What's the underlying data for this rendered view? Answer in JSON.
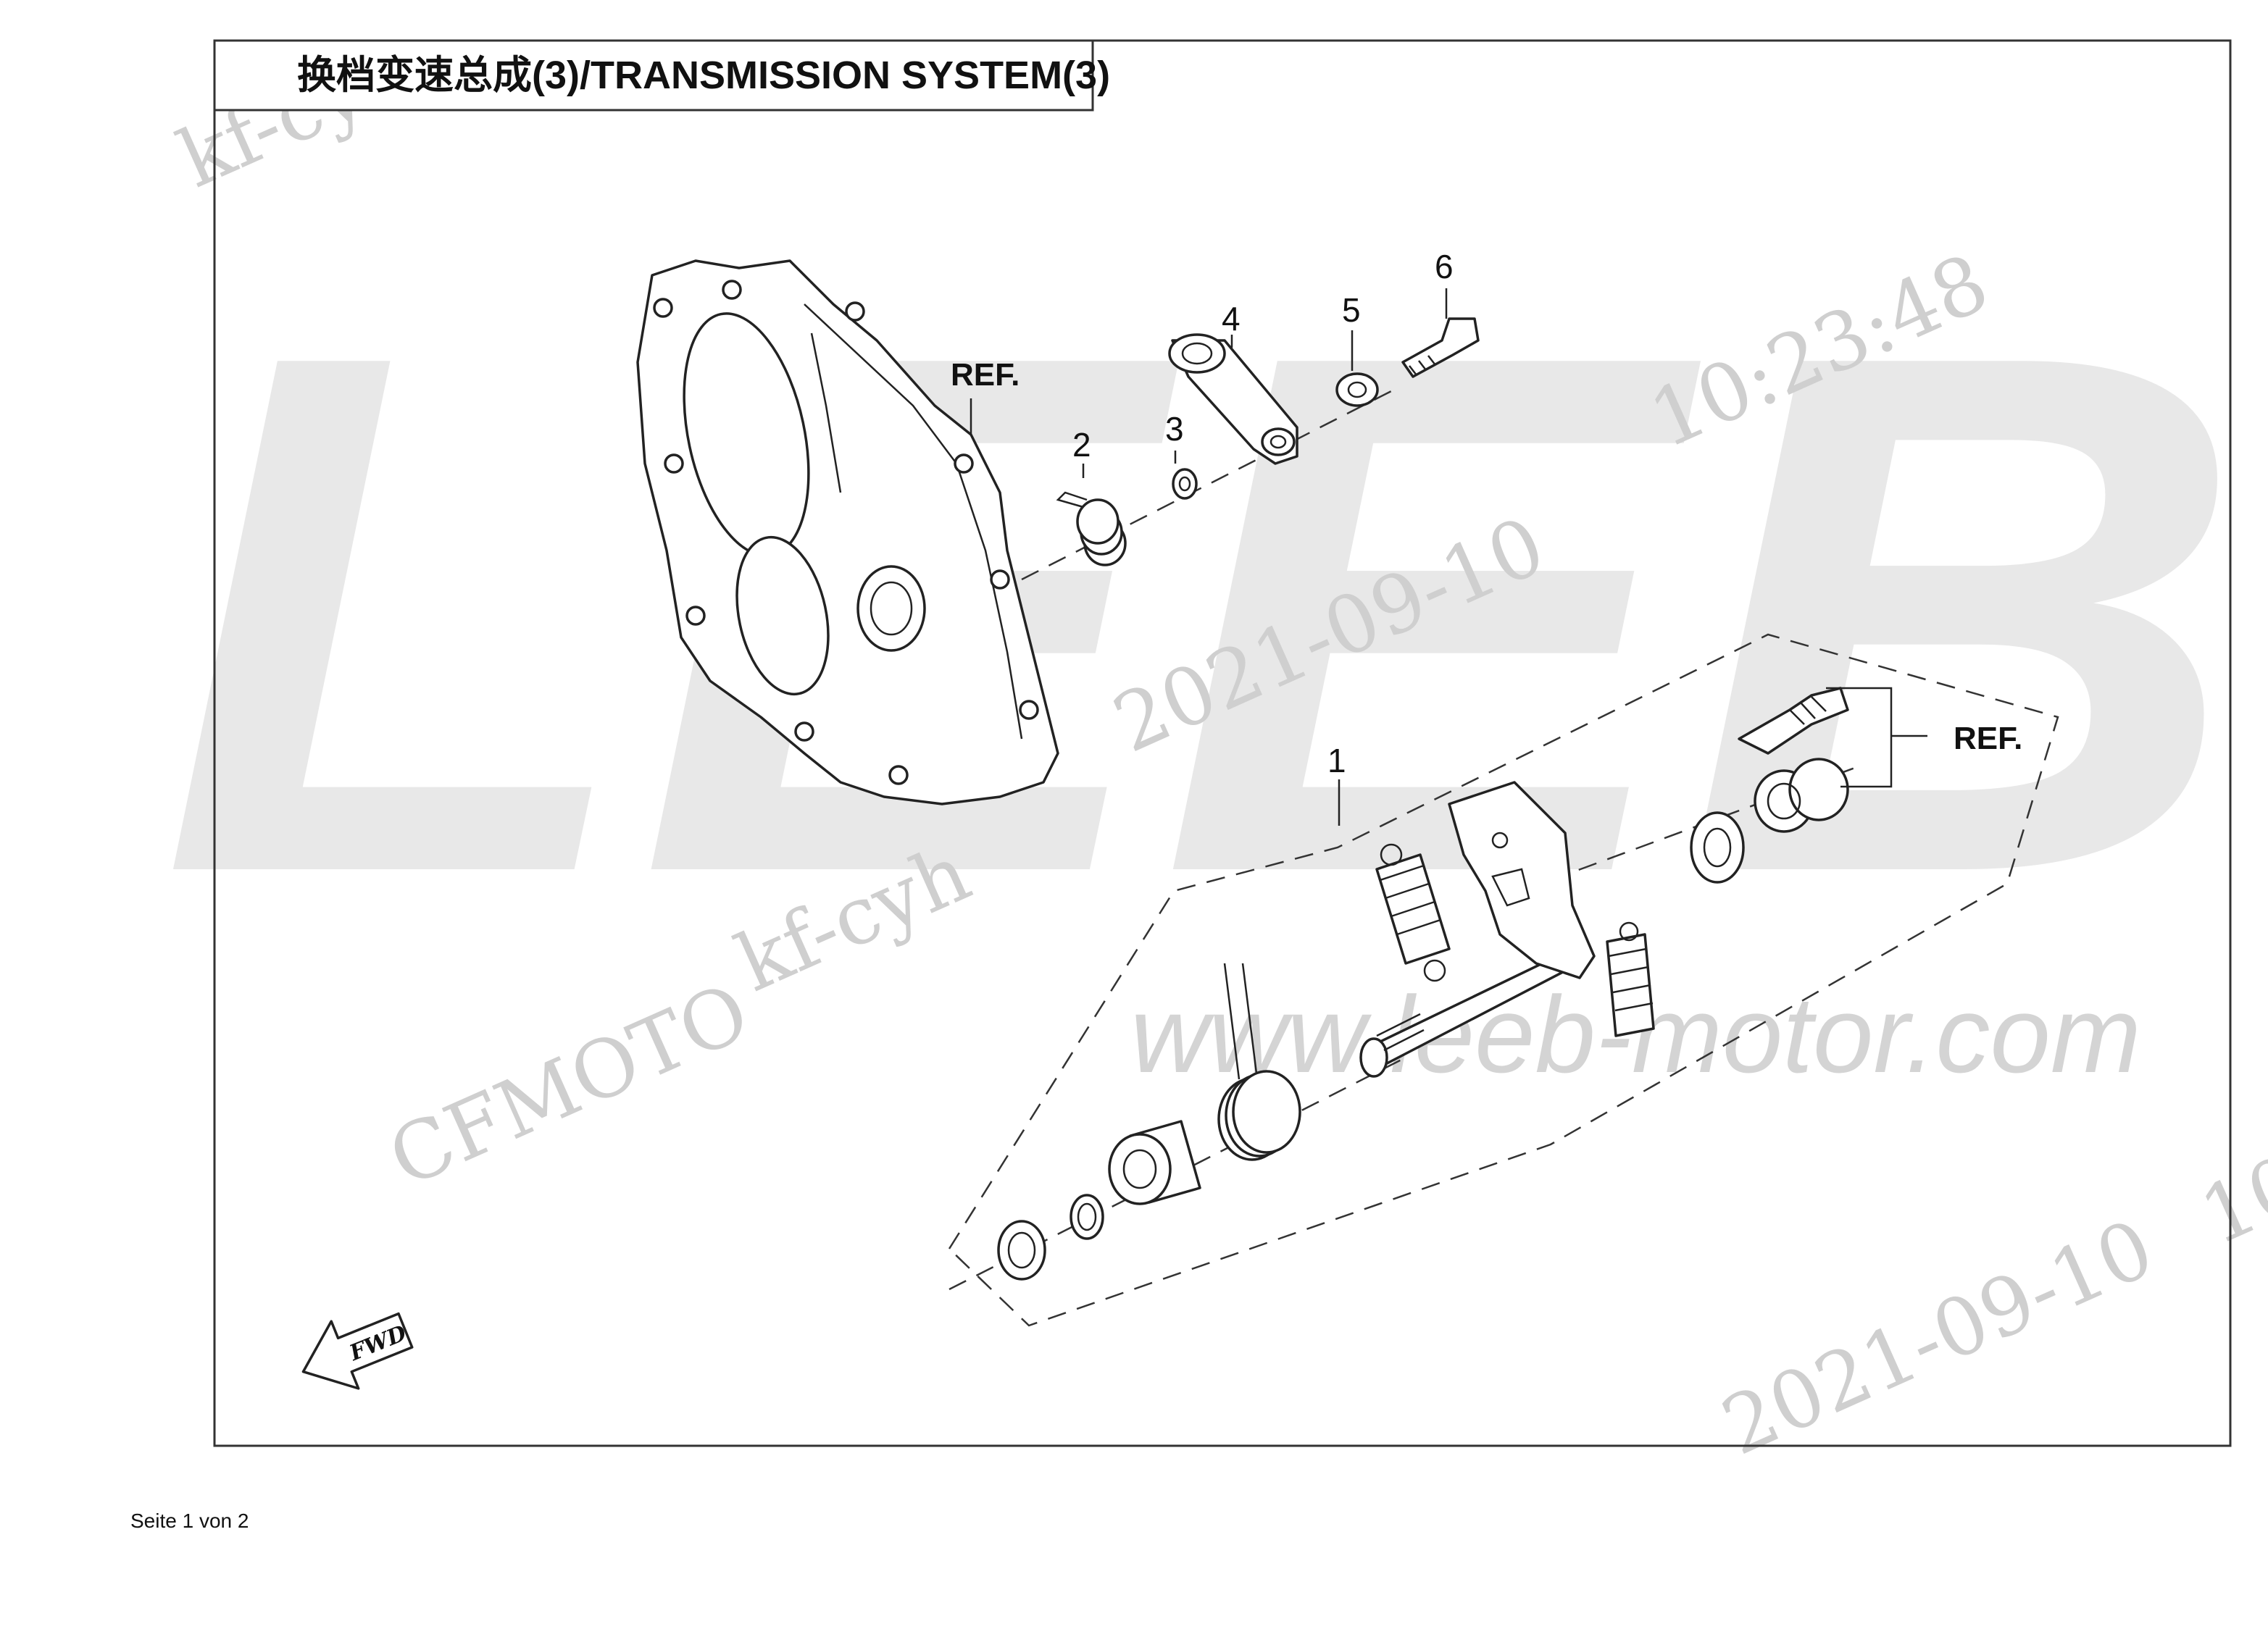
{
  "title": "换档变速总成(3)/TRANSMISSION  SYSTEM(3)",
  "callouts": [
    "1",
    "2",
    "3",
    "4",
    "5",
    "6"
  ],
  "ref_labels": [
    "REF.",
    "REF."
  ],
  "direction_label": "FWD",
  "footer": "Seite 1 von 2",
  "watermarks": {
    "brand": "LEEB",
    "url": "www.leeb-motor.com",
    "make": "CFMOTO",
    "user_a": "kf-cyh",
    "user_b": "kf-cyh",
    "date_a": "2021-09-10",
    "time_a": "10:23:48",
    "date_b": "2021-09-10",
    "time_b": "10"
  }
}
